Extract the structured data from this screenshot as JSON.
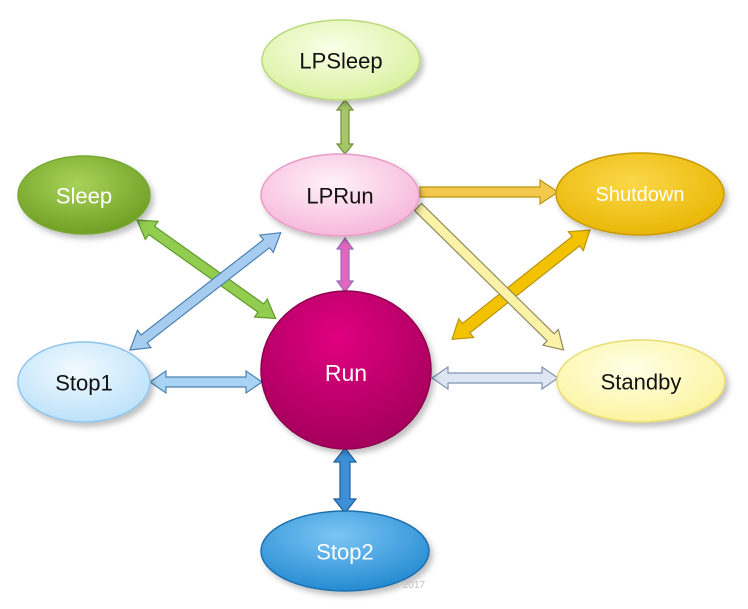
{
  "nodes": {
    "lpsleep": {
      "label": "LPSleep"
    },
    "lprun": {
      "label": "LPRun"
    },
    "sleep": {
      "label": "Sleep"
    },
    "shutdown": {
      "label": "Shutdown"
    },
    "run": {
      "label": "Run"
    },
    "stop1": {
      "label": "Stop1"
    },
    "standby": {
      "label": "Standby"
    },
    "stop2": {
      "label": "Stop2"
    }
  },
  "footer_text": "2017"
}
